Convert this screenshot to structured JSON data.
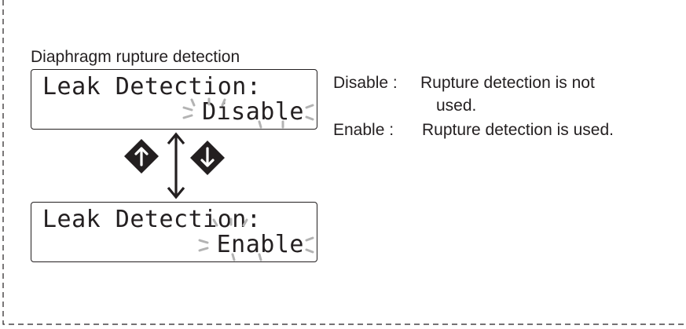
{
  "title": "Diaphragm rupture detection",
  "screen_disable": {
    "line1": "Leak Detection:",
    "line2": "Disable"
  },
  "screen_enable": {
    "line1": "Leak Detection:",
    "line2": "Enable"
  },
  "descriptions": [
    {
      "key": "Disable :",
      "text": "Rupture detection is not",
      "text_cont": "used."
    },
    {
      "key": "Enable :",
      "text": "Rupture detection is used."
    }
  ],
  "icons": {
    "up": "up-arrow-key-icon",
    "down": "down-arrow-key-icon",
    "toggle": "double-arrow-icon",
    "blink": "blink-rays-icon"
  },
  "colors": {
    "ink": "#231f20",
    "blink": "#b3b3b3",
    "border": "#231f20"
  }
}
